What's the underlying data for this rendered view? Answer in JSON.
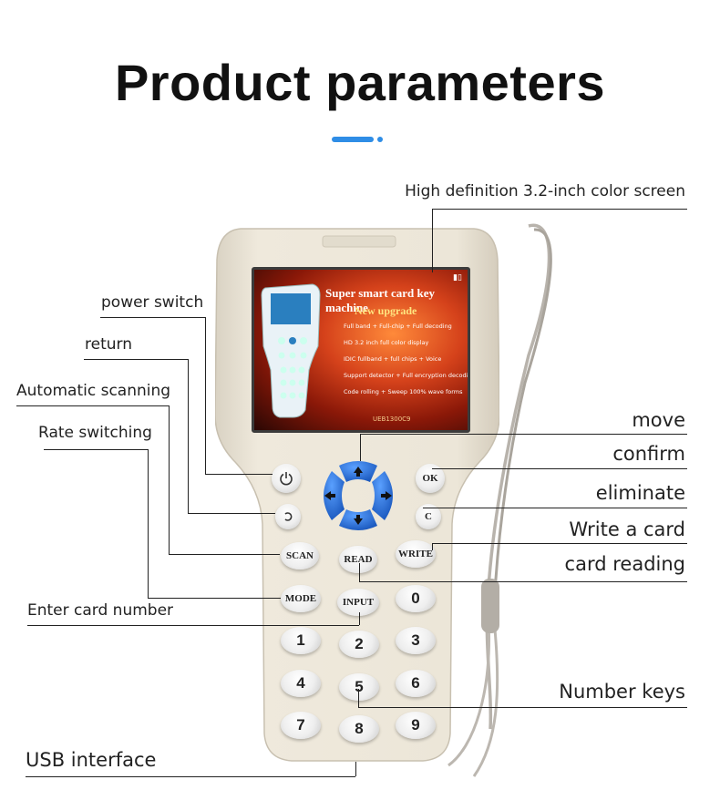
{
  "title": "Product parameters",
  "colors": {
    "accent": "#2f8de6",
    "device_body": "#ece6d8",
    "nav_keys": "#1e63c9"
  },
  "labels": {
    "screen": "High definition 3.2-inch color screen",
    "power": "power switch",
    "return": "return",
    "scan": "Automatic scanning",
    "rate": "Rate switching",
    "input": "Enter card number",
    "usb": "USB interface",
    "move": "move",
    "confirm": "confirm",
    "eliminate": "eliminate",
    "write": "Write a card",
    "read": "card reading",
    "numbers": "Number keys"
  },
  "screen": {
    "title": "Super smart card key machine",
    "subtitle": "New upgrade",
    "lines": [
      "Full band + Full-chip + Full decoding",
      "HD 3.2 inch full color display",
      "IDIC fullband + full chips + Voice",
      "Support detector + Full encryption decoding",
      "Code rolling + Sweep 100% wave forms"
    ],
    "footer": "UEB1300C9"
  },
  "keys": {
    "ok": "OK",
    "c": "C",
    "scan": "SCAN",
    "read": "READ",
    "write": "WRITE",
    "mode": "MODE",
    "input": "INPUT",
    "zero": "0",
    "one": "1",
    "two": "2",
    "three": "3",
    "four": "4",
    "five": "5",
    "six": "6",
    "seven": "7",
    "eight": "8",
    "nine": "9"
  },
  "icons": {
    "power": "power-icon",
    "return": "return-icon",
    "up": "arrow-up-icon",
    "down": "arrow-down-icon",
    "left": "arrow-left-icon",
    "right": "arrow-right-icon"
  }
}
